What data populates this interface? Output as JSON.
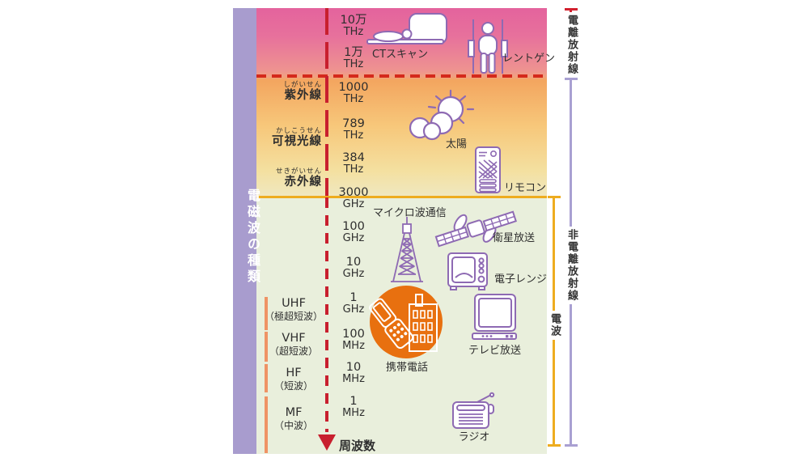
{
  "sidebar": {
    "title": "電磁波の種類"
  },
  "axis": {
    "ticks": [
      {
        "value": "10万",
        "unit": "THz"
      },
      {
        "value": "1万",
        "unit": "THz"
      },
      {
        "value": "1000",
        "unit": "THz"
      },
      {
        "value": "789",
        "unit": "THz"
      },
      {
        "value": "384",
        "unit": "THz"
      },
      {
        "value": "3000",
        "unit": "GHz"
      },
      {
        "value": "100",
        "unit": "GHz"
      },
      {
        "value": "10",
        "unit": "GHz"
      },
      {
        "value": "1",
        "unit": "GHz"
      },
      {
        "value": "100",
        "unit": "MHz"
      },
      {
        "value": "10",
        "unit": "MHz"
      },
      {
        "value": "1",
        "unit": "MHz"
      }
    ],
    "frequency_label": "周波数"
  },
  "spectrum_bands": [
    {
      "furigana": "しがいせん",
      "label": "紫外線"
    },
    {
      "furigana": "かしこうせん",
      "label": "可視光線"
    },
    {
      "furigana": "せきがいせん",
      "label": "赤外線"
    }
  ],
  "radio_bands": [
    {
      "abbr": "UHF",
      "name": "（極超短波）"
    },
    {
      "abbr": "VHF",
      "name": "（超短波）"
    },
    {
      "abbr": "HF",
      "name": "（短波）"
    },
    {
      "abbr": "MF",
      "name": "（中波）"
    }
  ],
  "examples": {
    "ct_scan": "CTスキャン",
    "xray": "レントゲン",
    "sun": "太陽",
    "remote": "リモコン",
    "microwave_comm": "マイクロ波通信",
    "satellite": "衛星放送",
    "microwave_oven": "電子レンジ",
    "mobile_phone": "携帯電話",
    "tv": "テレビ放送",
    "radio": "ラジオ"
  },
  "brackets": {
    "ionizing": "電離放射線",
    "non_ionizing": "非電離放射線",
    "radio_wave": "電波"
  },
  "colors": {
    "axis_red": "#c81f2e",
    "band_yellow": "#eeac1f",
    "bracket_purple": "#a9a0d2",
    "sidebar_purple": "#a89cce",
    "icon_purple": "#8e6ab3",
    "accent_orange": "#e8700f",
    "tick_orange": "#ef9365"
  }
}
